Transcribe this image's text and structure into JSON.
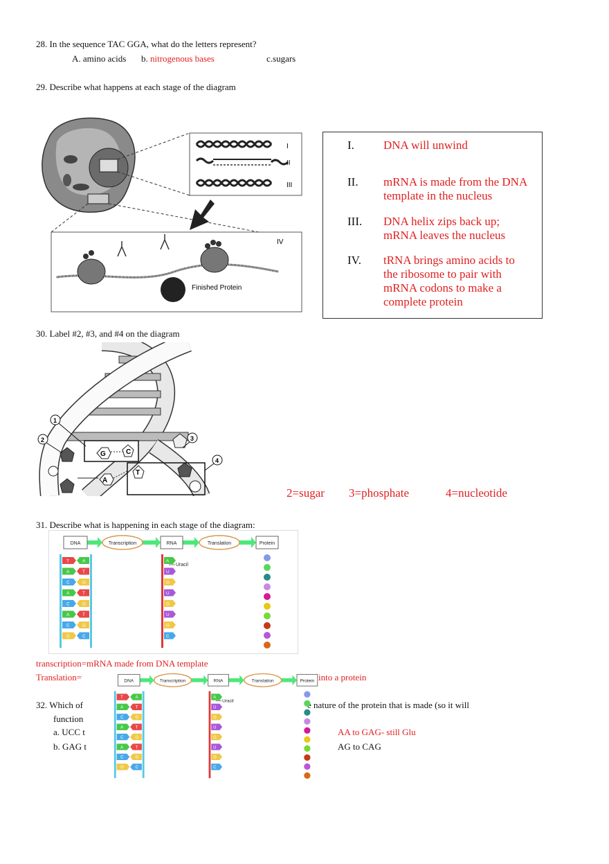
{
  "q28": {
    "question": "28.  In the sequence TAC GGA, what do the letters represent?",
    "opt_a": "A. amino acids",
    "opt_b_prefix": "b. ",
    "opt_b_answer": "nitrogenous bases",
    "opt_c": "c.sugars"
  },
  "q29": {
    "question": "29.  Describe what happens at each stage of the diagram",
    "diagram_labels": {
      "I": "I",
      "II": "II",
      "III": "III",
      "IV": "IV",
      "finished": "Finished Protein"
    },
    "answers": [
      {
        "num": "I.",
        "text": "DNA will unwind"
      },
      {
        "num": "II.",
        "text": "mRNA is made from the DNA template in the nucleus"
      },
      {
        "num": "III.",
        "text": "DNA helix zips back up; mRNA leaves the nucleus"
      },
      {
        "num": "IV.",
        "text": "tRNA brings amino acids to the ribosome to pair with mRNA codons to make a complete protein"
      }
    ]
  },
  "q30": {
    "question": "30. Label #2, #3, and #4 on the diagram",
    "markers": [
      "1",
      "2",
      "3",
      "4"
    ],
    "base_labels": [
      "G",
      "C",
      "A",
      "T"
    ],
    "answers": [
      "2=sugar",
      "3=phosphate",
      "4=nucleotide"
    ]
  },
  "q31": {
    "question": "31. Describe what is happening in each stage of the diagram:",
    "flow": [
      "DNA",
      "Transcription",
      "RNA",
      "Translation",
      "Protein"
    ],
    "uracil_label": "Uracil",
    "dna_left": [
      "T",
      "A",
      "C",
      "A",
      "C",
      "A",
      "C",
      "G"
    ],
    "dna_right": [
      "A",
      "T",
      "G",
      "T",
      "G",
      "T",
      "G",
      "C"
    ],
    "rna": [
      "A",
      "U",
      "G",
      "U",
      "G",
      "U",
      "G",
      "C"
    ],
    "answer_transcription": "transcription=mRNA made from DNA template",
    "answer_translation_label": " Translation=",
    "answer_translation_tail": "into a protein"
  },
  "q32": {
    "question_start": "32. Which of",
    "question_end": "e nature of the protein that is made (so it will",
    "question_line2": "function",
    "opt_a": "a.   UCC t",
    "opt_a_answer": "AA to GAG- still Glu",
    "opt_b": "b. GAG t",
    "opt_b_tail": "AG to CAG"
  },
  "colors": {
    "answer_red": "#e02020",
    "arrow_green": "#4ee87a"
  }
}
